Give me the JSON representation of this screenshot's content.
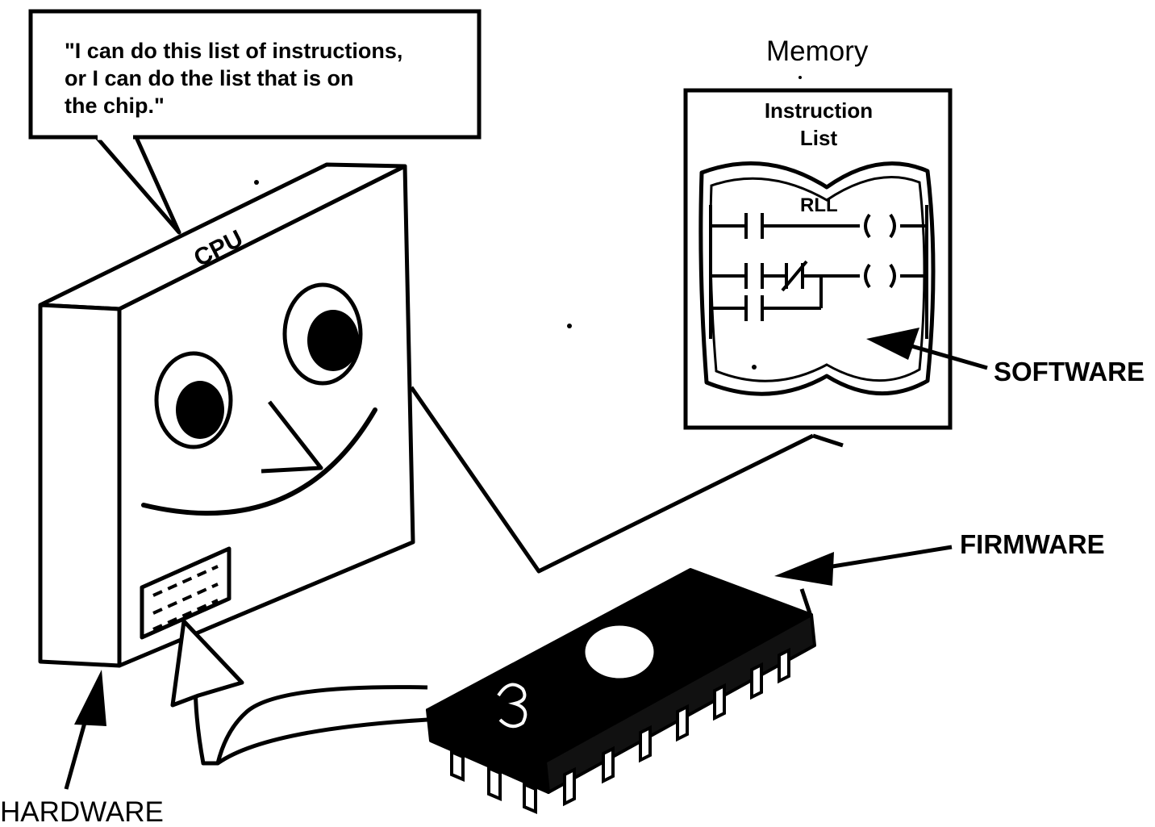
{
  "speech_bubble": {
    "lines": [
      "\"I can do this list of instructions,",
      "or I can do the list that is on",
      "the chip.\""
    ]
  },
  "cpu": {
    "label": "CPU"
  },
  "memory": {
    "title": "Memory",
    "panel_title_lines": [
      "Instruction",
      "List"
    ],
    "ladder_label": "RLL"
  },
  "labels": {
    "software": "SOFTWARE",
    "firmware": "FIRMWARE",
    "hardware": "HARDWARE"
  },
  "colors": {
    "ink": "#000000",
    "paper": "#ffffff"
  }
}
